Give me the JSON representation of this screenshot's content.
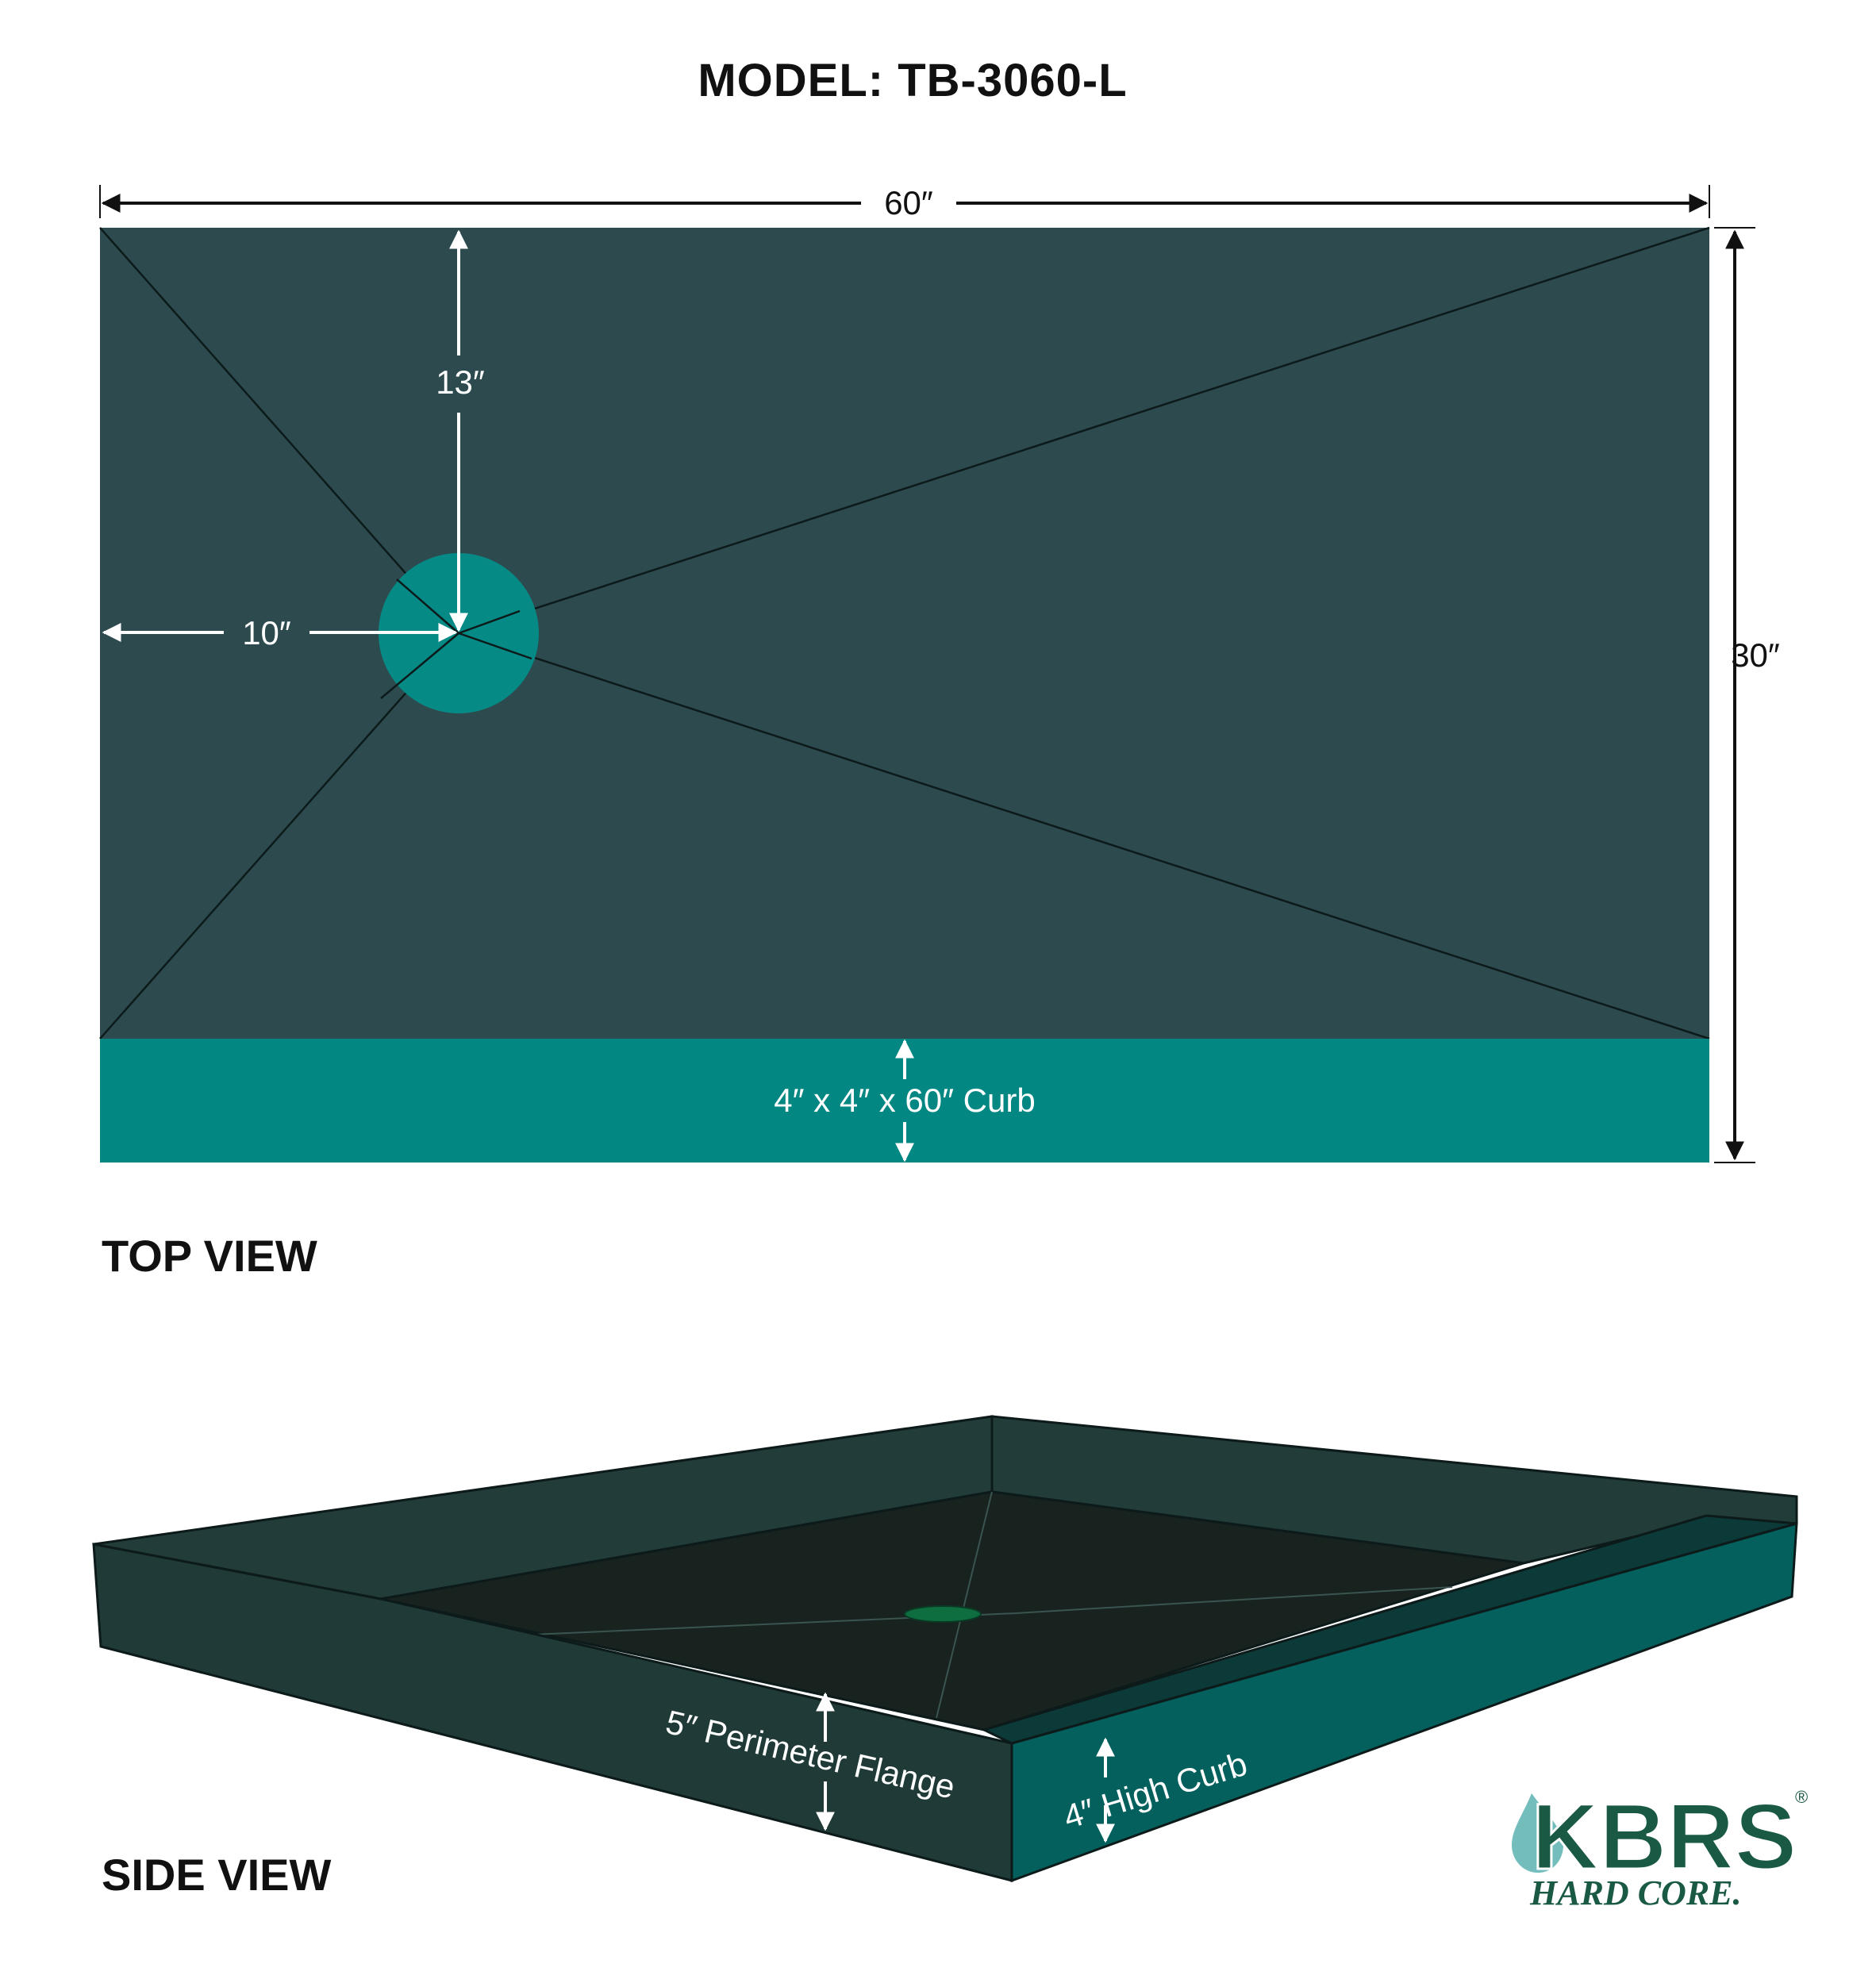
{
  "title": "MODEL: TB-3060-L",
  "top_view": {
    "label": "TOP VIEW",
    "width_dim": "60″",
    "depth_dim": "30″",
    "drain_from_back": "13″",
    "drain_from_left": "10″",
    "curb_label": "4″ x 4″ x 60″ Curb"
  },
  "side_view": {
    "label": "SIDE VIEW",
    "flange_label": "5″ Perimeter Flange",
    "curb_label": "4″ High Curb"
  },
  "logo": {
    "brand": "KBRS",
    "sub": "HARD CORE.",
    "registered": "®"
  },
  "colors": {
    "pan": "#2d4b4f",
    "curb": "#038783",
    "drain": "#068a86",
    "side_dark": "#1f3a37",
    "side_floor": "#182320",
    "logo_green": "#1a5a45"
  }
}
